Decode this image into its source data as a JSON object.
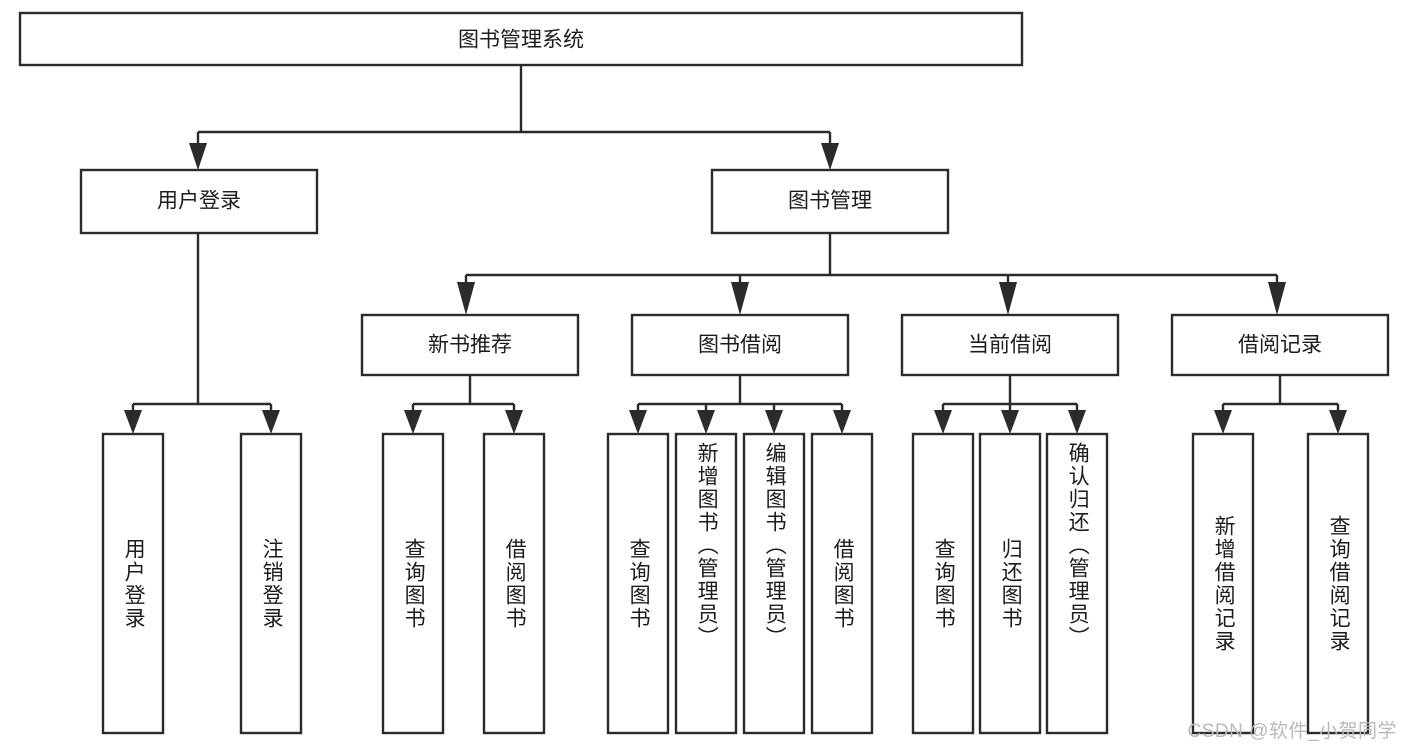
{
  "diagram": {
    "type": "tree-hierarchy",
    "root": {
      "id": "root",
      "label": "图书管理系统"
    },
    "level2": [
      {
        "id": "user-login",
        "label": "用户登录"
      },
      {
        "id": "book-management",
        "label": "图书管理"
      }
    ],
    "level3": [
      {
        "id": "new-book-recommend",
        "label": "新书推荐",
        "parent": "book-management"
      },
      {
        "id": "book-borrow",
        "label": "图书借阅",
        "parent": "book-management"
      },
      {
        "id": "current-borrow",
        "label": "当前借阅",
        "parent": "book-management"
      },
      {
        "id": "borrow-record",
        "label": "借阅记录",
        "parent": "book-management"
      }
    ],
    "leaves": [
      {
        "id": "leaf-user-login",
        "label": "用户登录",
        "parent": "user-login"
      },
      {
        "id": "leaf-logout-login",
        "label": "注销登录",
        "parent": "user-login"
      },
      {
        "id": "leaf-query-book-1",
        "label": "查询图书",
        "parent": "new-book-recommend"
      },
      {
        "id": "leaf-borrow-book-1",
        "label": "借阅图书",
        "parent": "new-book-recommend"
      },
      {
        "id": "leaf-query-book-2",
        "label": "查询图书",
        "parent": "book-borrow"
      },
      {
        "id": "leaf-add-book",
        "label": "新增图书（管理员）",
        "parent": "book-borrow"
      },
      {
        "id": "leaf-edit-book",
        "label": "编辑图书（管理员）",
        "parent": "book-borrow"
      },
      {
        "id": "leaf-borrow-book-2",
        "label": "借阅图书",
        "parent": "book-borrow"
      },
      {
        "id": "leaf-query-book-3",
        "label": "查询图书",
        "parent": "current-borrow"
      },
      {
        "id": "leaf-return-book",
        "label": "归还图书",
        "parent": "current-borrow"
      },
      {
        "id": "leaf-confirm-return",
        "label": "确认归还（管理员）",
        "parent": "current-borrow"
      },
      {
        "id": "leaf-add-borrow-record",
        "label": "新增借阅记录",
        "parent": "borrow-record"
      },
      {
        "id": "leaf-query-borrow-record",
        "label": "查询借阅记录",
        "parent": "borrow-record"
      }
    ]
  },
  "watermark": {
    "text": "CSDN @软件_小贺同学"
  },
  "colors": {
    "stroke": "#2b2b2b",
    "box_fill": "#ffffff",
    "text": "#1c1c1c",
    "background": "#ffffff",
    "watermark": "#b9b9b9"
  }
}
